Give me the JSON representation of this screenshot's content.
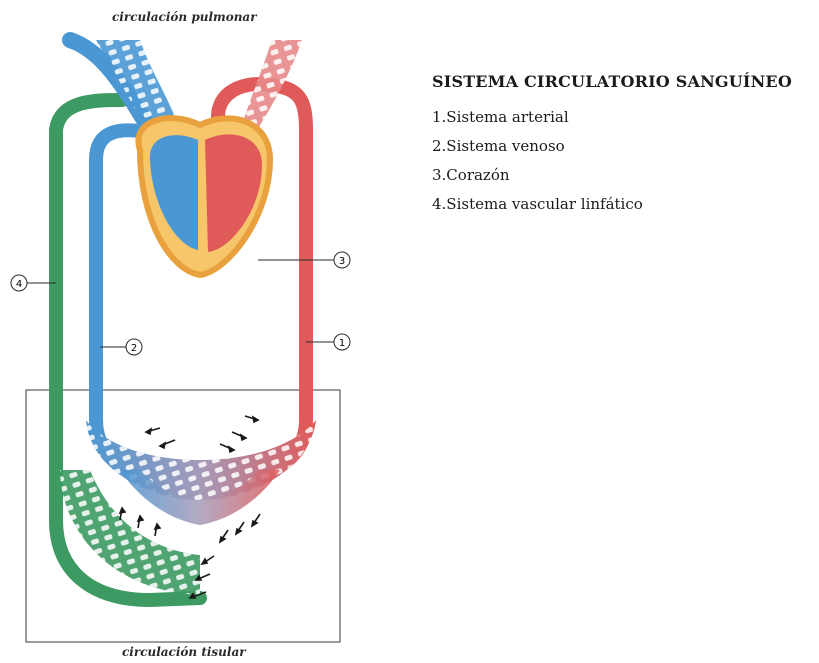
{
  "captions": {
    "top": "circulación pulmonar",
    "bottom": "circulación tisular"
  },
  "legend": {
    "title": "SISTEMA CIRCULATORIO SANGUÍNEO",
    "items": [
      "1.Sistema arterial",
      "2.Sistema venoso",
      "3.Corazón",
      "4.Sistema vascular linfático"
    ]
  },
  "markers": [
    "1",
    "2",
    "3",
    "4"
  ],
  "colors": {
    "arterial": "#e05a5a",
    "venous": "#4a97d3",
    "lymphatic": "#3d9a62",
    "heart_wall": "#e8a13c",
    "heart_fill": "#f7c66a"
  }
}
